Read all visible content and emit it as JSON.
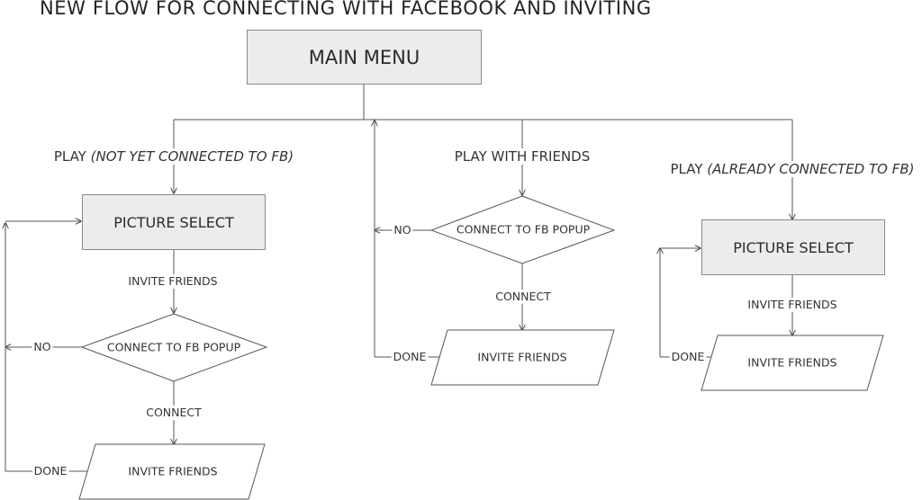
{
  "title": "NEW FLOW FOR CONNECTING WITH FACEBOOK AND INVITING",
  "main_menu": "MAIN MENU",
  "branches": {
    "left": {
      "label_plain": "PLAY ",
      "label_italic": "(NOT YET CONNECTED TO FB)",
      "picture_select": "PICTURE SELECT",
      "invite_edge": "INVITE FRIENDS",
      "popup": "CONNECT TO FB POPUP",
      "no": "NO",
      "connect": "CONNECT",
      "invite": "INVITE FRIENDS",
      "done": "DONE"
    },
    "middle": {
      "label": "PLAY WITH FRIENDS",
      "popup": "CONNECT TO FB POPUP",
      "no": "NO",
      "connect": "CONNECT",
      "invite": "INVITE FRIENDS",
      "done": "DONE"
    },
    "right": {
      "label_plain": "PLAY ",
      "label_italic": "(ALREADY CONNECTED TO FB)",
      "picture_select": "PICTURE SELECT",
      "invite_edge": "INVITE FRIENDS",
      "invite": "INVITE FRIENDS",
      "done": "DONE"
    }
  }
}
